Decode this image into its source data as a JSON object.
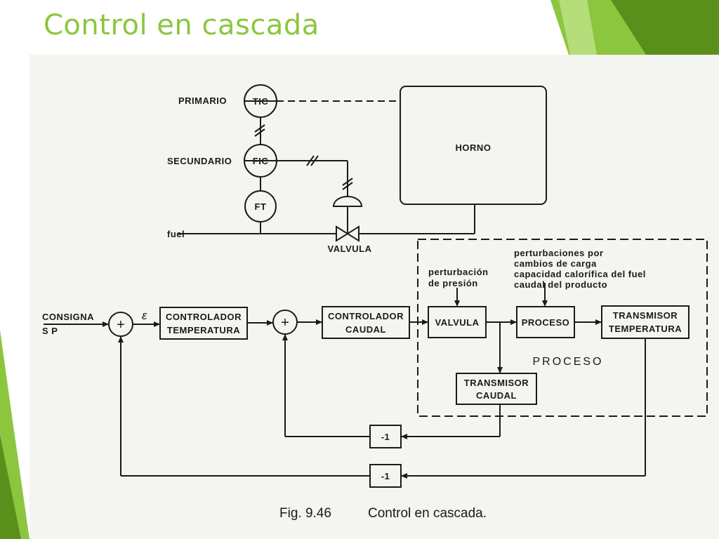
{
  "slide": {
    "title": "Control en cascada",
    "accent_color": "#8cc63f",
    "accent_dark": "#5a8f1c"
  },
  "diagram": {
    "instruments": {
      "tic": "TIC",
      "fic": "FIC",
      "ft": "FT"
    },
    "labels": {
      "primario": "PRIMARIO",
      "secundario": "SECUNDARIO",
      "fuel": "fuel",
      "valvula": "VALVULA",
      "horno": "HORNO"
    },
    "block": {
      "consigna": "CONSIGNA",
      "sp": "S P",
      "epsilon": "ε",
      "plus": "+",
      "controlador_temp_l1": "CONTROLADOR",
      "controlador_temp_l2": "TEMPERATURA",
      "controlador_caudal_l1": "CONTROLADOR",
      "controlador_caudal_l2": "CAUDAL",
      "valvula": "VALVULA",
      "proceso": "PROCESO",
      "transmisor_temp_l1": "TRANSMISOR",
      "transmisor_temp_l2": "TEMPERATURA",
      "transmisor_caudal_l1": "TRANSMISOR",
      "transmisor_caudal_l2": "CAUDAL",
      "inverter": "-1",
      "proceso_region": "PROCESO",
      "pert_presion_l1": "perturbación",
      "pert_presion_l2": "de presión",
      "pert_carga_l1": "perturbaciones por",
      "pert_carga_l2": "cambios de carga",
      "pert_carga_l3": "capacidad calorífica del fuel",
      "pert_carga_l4": "caudal del producto"
    },
    "caption": {
      "number": "Fig. 9.46",
      "text": "Control en cascada."
    }
  }
}
